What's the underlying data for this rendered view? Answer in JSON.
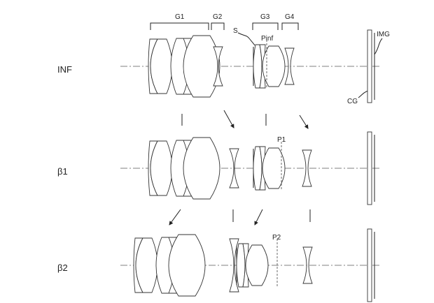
{
  "rows": [
    {
      "label": "INF",
      "point_label": "Pinf"
    },
    {
      "label": "β1",
      "point_label": "P1"
    },
    {
      "label": "β2",
      "point_label": "P2"
    }
  ],
  "groups": [
    "G1",
    "G2",
    "G3",
    "G4"
  ],
  "stop_label": "S",
  "image_label": "IMG",
  "cover_glass_label": "CG"
}
